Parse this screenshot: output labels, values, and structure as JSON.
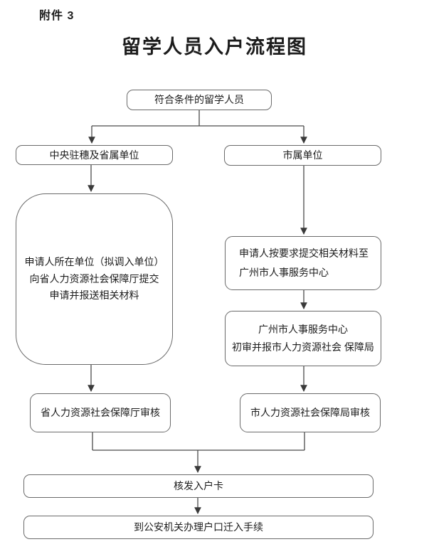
{
  "page": {
    "attachment_label": "附件 3",
    "title": "留学人员入户流程图"
  },
  "flowchart": {
    "nodes": {
      "eligible": {
        "label": "符合条件的留学人员"
      },
      "central_provincial": {
        "label": "中央驻穗及省属单位"
      },
      "municipal": {
        "label": "市属单位"
      },
      "unit_submit": {
        "line1": "申请人所在单位（拟调入单位）",
        "line2": "向省人力资源社会保障厅提交",
        "line3": "申请并报送相关材料"
      },
      "applicant_submit": {
        "line1": "申请人按要求提交相关材料至",
        "line2": "广州市人事服务中心"
      },
      "center_review": {
        "line1": "广州市人事服务中心",
        "line2": "初审并报市人力资源社会 保障局"
      },
      "provincial_review": {
        "label": "省人力资源社会保障厅审核"
      },
      "municipal_review": {
        "label": "市人力资源社会保障局审核"
      },
      "issue_card": {
        "label": "核发入户卡"
      },
      "police_registration": {
        "label": "到公安机关办理户口迁入手续"
      }
    },
    "colors": {
      "box_border": "#6a6a6a",
      "connector_line": "#4a4a4a",
      "text": "#1c1c1c",
      "background": "#ffffff"
    }
  }
}
